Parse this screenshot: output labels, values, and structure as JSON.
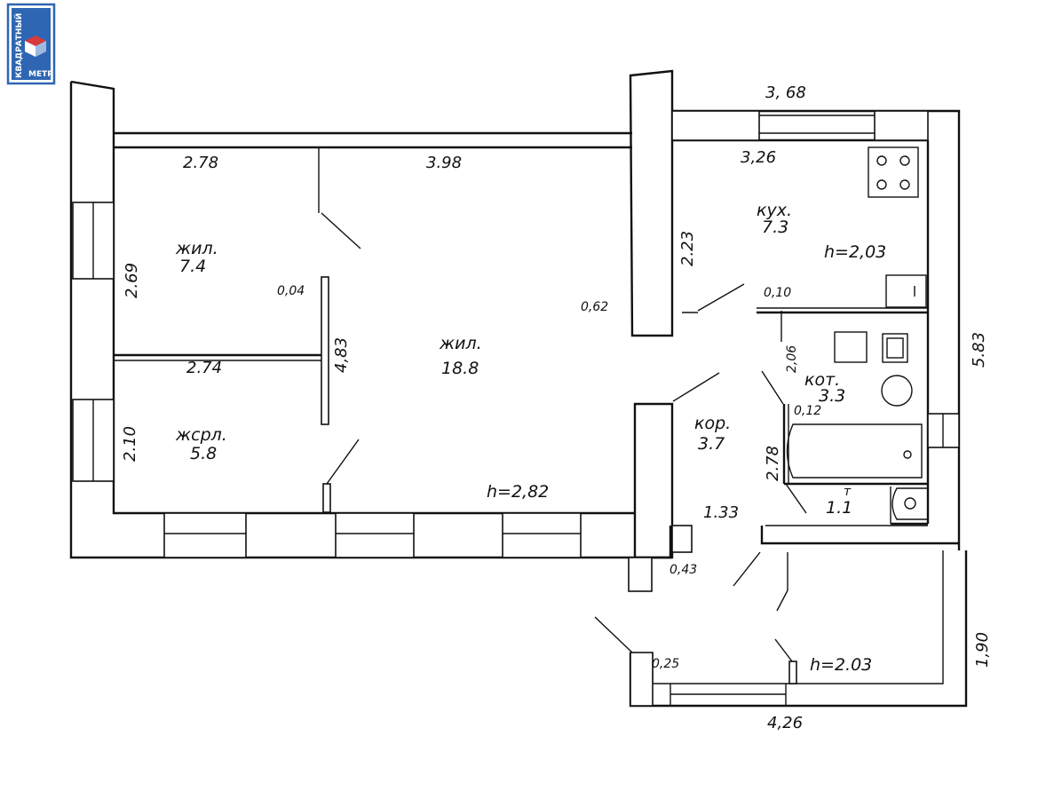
{
  "logo": {
    "line1": "КВАДРАТНЫЙ",
    "line2": "МЕТР",
    "colors": {
      "border": "#2f66b3",
      "accent_red": "#d63a3a",
      "accent_blue": "#2f66b3"
    }
  },
  "rooms": {
    "living1": {
      "name": "жил.",
      "area": "7.4"
    },
    "living_main": {
      "name": "жил.",
      "area": "18.8"
    },
    "bedroom": {
      "name": "жсрл.",
      "area": "5.8"
    },
    "kitchen": {
      "name": "кух.",
      "area": "7.3"
    },
    "bath": {
      "name": "кот.",
      "area": "3.3"
    },
    "corridor": {
      "name": "кор.",
      "area": "3.7"
    },
    "toilet": {
      "name": "т",
      "area": "1.1"
    }
  },
  "heights": {
    "main": "h=2,82",
    "kitchen": "h=2,03",
    "vestibule": "h=2.03"
  },
  "dimensions": {
    "d_2_78_top": "2.78",
    "d_3_98": "3.98",
    "d_3_68": "3, 68",
    "d_3_26": "3,26",
    "d_2_69": "2.69",
    "d_2_23": "2.23",
    "d_0_04": "0,04",
    "d_0_62": "0,62",
    "d_0_10": "0,10",
    "d_2_74": "2.74",
    "d_4_83": "4,83",
    "d_2_06": "2,06",
    "d_0_12": "0,12",
    "d_2_10": "2.10",
    "d_2_78_corr": "2.78",
    "d_5_83": "5.83",
    "d_1_33": "1.33",
    "d_0_43": "0,43",
    "d_0_25": "0,25",
    "d_1_90": "1,90",
    "d_4_26": "4,26"
  }
}
